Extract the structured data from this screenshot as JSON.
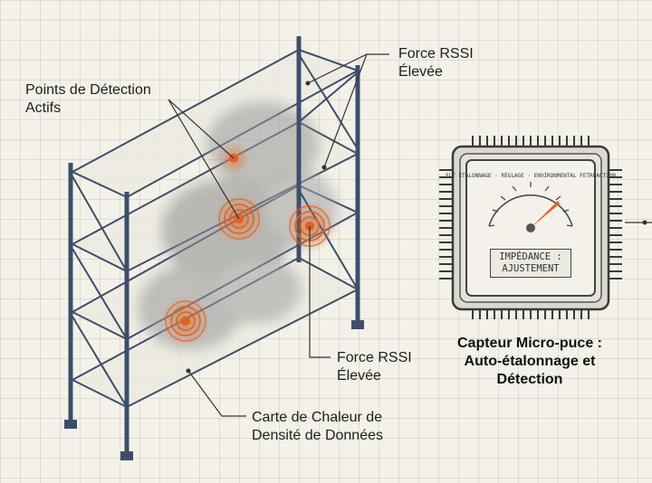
{
  "callouts": {
    "detection_points": [
      "Points de Détection",
      "Actifs"
    ],
    "rssi_top": [
      "Force RSSI",
      "Élevée"
    ],
    "rssi_bottom": [
      "Force RSSI",
      "Élevée"
    ],
    "heatmap": [
      "Carte de Chaleur de",
      "Densité de Données"
    ]
  },
  "chip": {
    "caption": [
      "Capteur Micro-puce :",
      "Auto-étalonnage et",
      "Détection"
    ],
    "gauge_arc_text": "ELT ÉTALONNAGE · RÉGLAGE · ENVIRONMENTAL FETROACTION",
    "gauge_label": [
      "IMPÉDANCE :",
      "AJUSTEMENT"
    ],
    "needle_level_fraction": 0.78
  },
  "colors": {
    "rack": "#3c4f6b",
    "hotspot": "#e5601c",
    "chip_body": "#dcd9d0"
  }
}
